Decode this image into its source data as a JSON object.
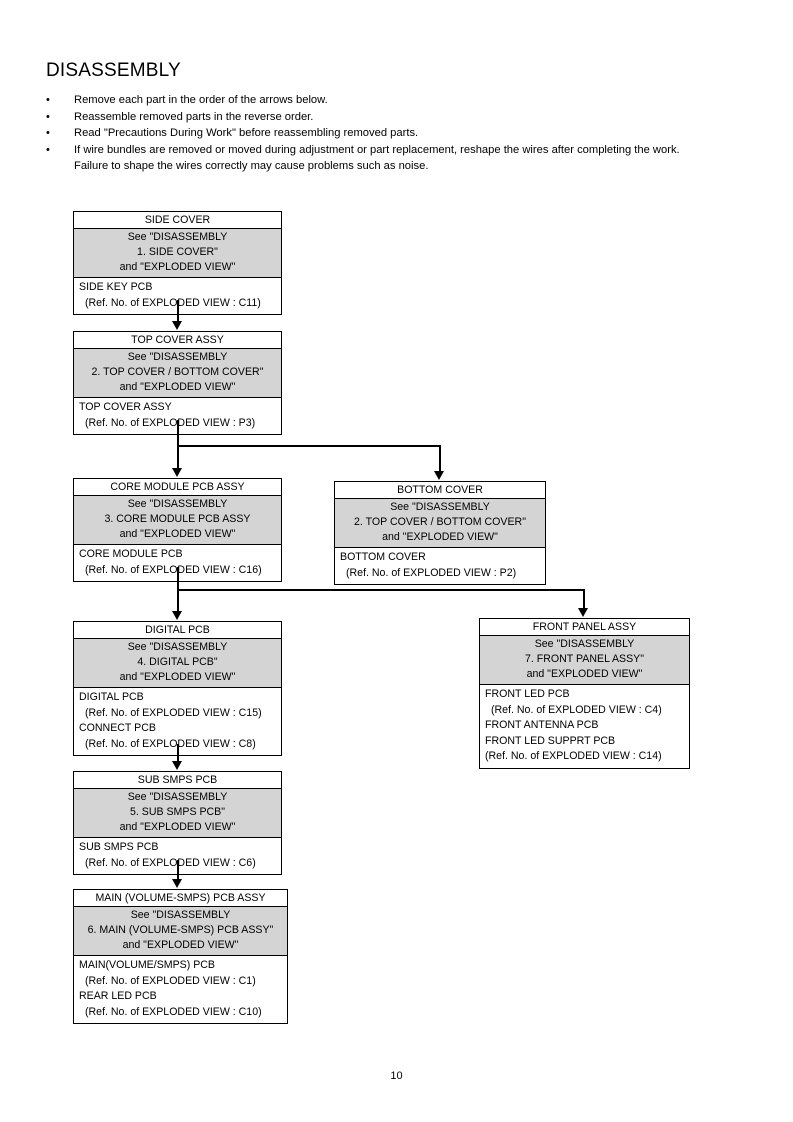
{
  "page": {
    "title": "DISASSEMBLY",
    "number": "10",
    "bullet_mark": "•"
  },
  "instructions": [
    "Remove each part in the order of the arrows below.",
    "Reassemble removed parts in the reverse order.",
    "Read \"Precautions During Work\" before reassembling removed parts.",
    "If wire bundles are removed or moved during adjustment or part replacement, reshape the wires after completing the work. Failure to shape the wires correctly may cause problems such as noise."
  ],
  "colors": {
    "gray_band": "#d4d4d4",
    "border": "#000000",
    "background": "#ffffff"
  },
  "boxes": [
    {
      "id": "side-cover",
      "title": "SIDE COVER",
      "gray": [
        "See \"DISASSEMBLY",
        "1. SIDE COVER\"",
        "and \"EXPLODED VIEW\""
      ],
      "body": [
        {
          "text": "SIDE KEY PCB",
          "indent": false
        },
        {
          "text": "(Ref. No. of EXPLODED VIEW : C11)",
          "indent": true
        }
      ]
    },
    {
      "id": "top-cover-assy",
      "title": "TOP COVER ASSY",
      "gray": [
        "See \"DISASSEMBLY",
        "2. TOP COVER / BOTTOM COVER\"",
        "and \"EXPLODED VIEW\""
      ],
      "body": [
        {
          "text": "TOP COVER ASSY",
          "indent": false
        },
        {
          "text": "(Ref. No. of EXPLODED VIEW : P3)",
          "indent": true
        }
      ]
    },
    {
      "id": "core-module-pcb-assy",
      "title": "CORE MODULE PCB ASSY",
      "gray": [
        "See \"DISASSEMBLY",
        "3. CORE MODULE PCB ASSY",
        "and \"EXPLODED VIEW\""
      ],
      "body": [
        {
          "text": "CORE MODULE PCB",
          "indent": false
        },
        {
          "text": "(Ref. No. of EXPLODED VIEW : C16)",
          "indent": true
        }
      ]
    },
    {
      "id": "bottom-cover",
      "title": "BOTTOM COVER",
      "gray": [
        "See \"DISASSEMBLY",
        "2. TOP COVER / BOTTOM COVER\"",
        "and \"EXPLODED VIEW\""
      ],
      "body": [
        {
          "text": "BOTTOM COVER",
          "indent": false
        },
        {
          "text": "(Ref. No. of EXPLODED VIEW : P2)",
          "indent": true
        }
      ]
    },
    {
      "id": "digital-pcb",
      "title": "DIGITAL PCB",
      "gray": [
        "See \"DISASSEMBLY",
        "4. DIGITAL PCB\"",
        "and \"EXPLODED VIEW\""
      ],
      "body": [
        {
          "text": "DIGITAL PCB",
          "indent": false
        },
        {
          "text": "(Ref. No. of EXPLODED VIEW : C15)",
          "indent": true
        },
        {
          "text": "CONNECT PCB",
          "indent": false
        },
        {
          "text": "(Ref. No. of EXPLODED VIEW : C8)",
          "indent": true
        }
      ]
    },
    {
      "id": "front-panel-assy",
      "title": "FRONT PANEL  ASSY",
      "gray": [
        "See \"DISASSEMBLY",
        "7. FRONT PANEL ASSY\"",
        "and \"EXPLODED VIEW\""
      ],
      "body": [
        {
          "text": "FRONT LED PCB",
          "indent": false
        },
        {
          "text": "(Ref. No. of EXPLODED VIEW : C4)",
          "indent": true
        },
        {
          "text": "FRONT ANTENNA PCB",
          "indent": false
        },
        {
          "text": "FRONT LED SUPPRT PCB",
          "indent": false
        },
        {
          "text": "(Ref. No. of EXPLODED VIEW : C14)",
          "indent": false
        }
      ]
    },
    {
      "id": "sub-smps-pcb",
      "title": "SUB SMPS PCB",
      "gray": [
        "See \"DISASSEMBLY",
        "5. SUB SMPS PCB\"",
        "and \"EXPLODED VIEW\""
      ],
      "body": [
        {
          "text": "SUB SMPS PCB",
          "indent": false
        },
        {
          "text": "(Ref. No. of EXPLODED VIEW : C6)",
          "indent": true
        }
      ]
    },
    {
      "id": "main-volume-smps-pcb-assy",
      "title": "MAIN (VOLUME-SMPS) PCB ASSY",
      "gray": [
        "See \"DISASSEMBLY",
        "6. MAIN (VOLUME-SMPS) PCB ASSY\"",
        "and \"EXPLODED VIEW\""
      ],
      "body": [
        {
          "text": "MAIN(VOLUME/SMPS) PCB",
          "indent": false
        },
        {
          "text": "(Ref. No. of EXPLODED VIEW : C1)",
          "indent": true
        },
        {
          "text": "REAR LED PCB",
          "indent": false
        },
        {
          "text": "(Ref. No. of EXPLODED VIEW : C10)",
          "indent": true
        }
      ]
    }
  ]
}
